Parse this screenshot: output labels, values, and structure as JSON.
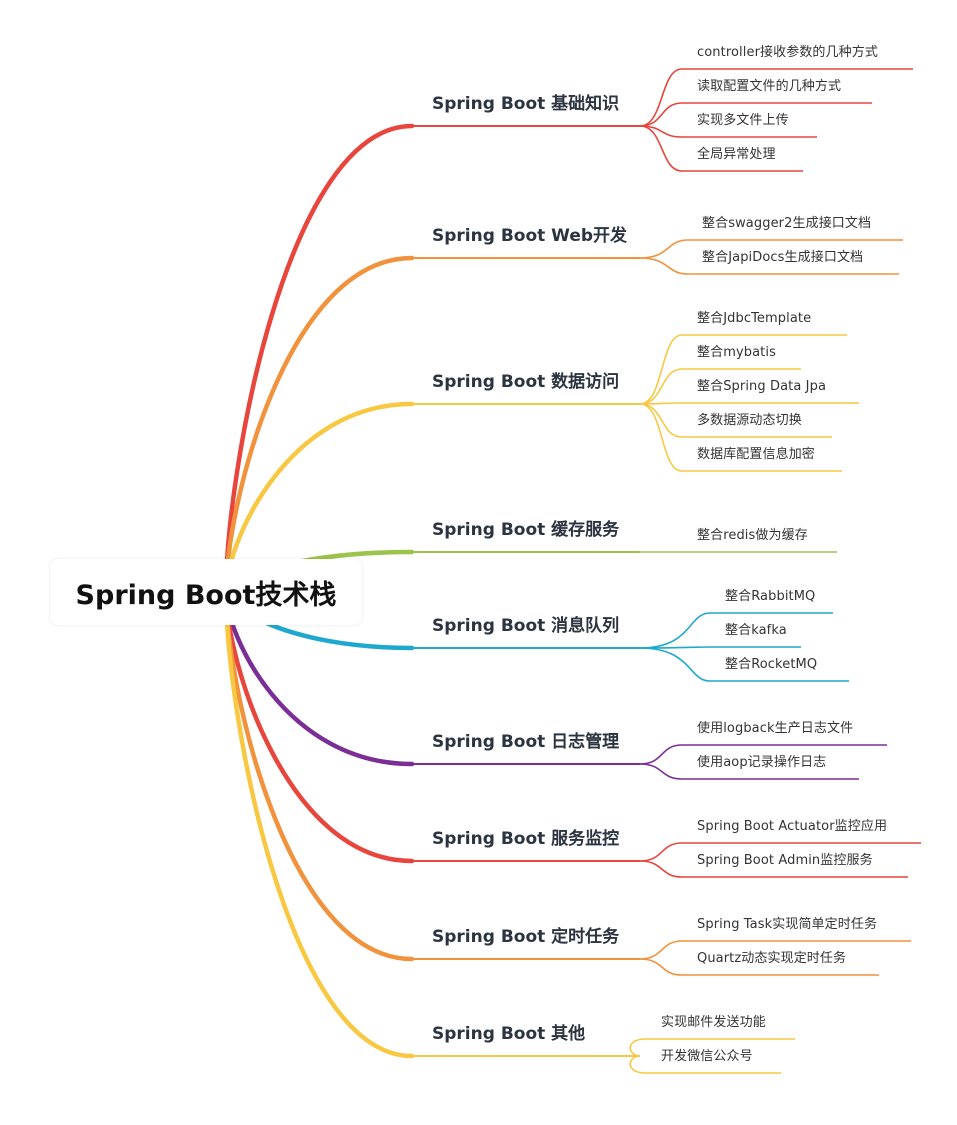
{
  "root": {
    "label": "Spring Boot技术栈"
  },
  "branches": [
    {
      "label": "Spring Boot 基础知识",
      "color": "#e8453c",
      "children": [
        "controller接收参数的几种方式",
        "读取配置文件的几种方式",
        "实现多文件上传",
        "全局异常处理"
      ]
    },
    {
      "label": "Spring Boot Web开发",
      "color": "#f1923c",
      "children": [
        "整合swagger2生成接口文档",
        "整合JapiDocs生成接口文档"
      ]
    },
    {
      "label": "Spring Boot 数据访问",
      "color": "#f8c842",
      "children": [
        "整合JdbcTemplate",
        "整合mybatis",
        "整合Spring Data Jpa",
        "多数据源动态切换",
        "数据库配置信息加密"
      ]
    },
    {
      "label": "Spring Boot 缓存服务",
      "color": "#9cc34b",
      "children": [
        "整合redis做为缓存"
      ]
    },
    {
      "label": "Spring Boot 消息队列",
      "color": "#1ea8cd",
      "children": [
        "整合RabbitMQ",
        "整合kafka",
        "整合RocketMQ"
      ]
    },
    {
      "label": "Spring Boot 日志管理",
      "color": "#7b2e96",
      "children": [
        "使用logback生产日志文件",
        "使用aop记录操作日志"
      ]
    },
    {
      "label": "Spring Boot 服务监控",
      "color": "#e8453c",
      "children": [
        "Spring Boot Actuator监控应用",
        "Spring Boot Admin监控服务"
      ]
    },
    {
      "label": "Spring Boot 定时任务",
      "color": "#f1923c",
      "children": [
        "Spring Task实现简单定时任务",
        "Quartz动态实现定时任务"
      ]
    },
    {
      "label": "Spring Boot 其他",
      "color": "#f8c842",
      "children": [
        "实现邮件发送功能",
        "开发微信公众号"
      ]
    }
  ]
}
